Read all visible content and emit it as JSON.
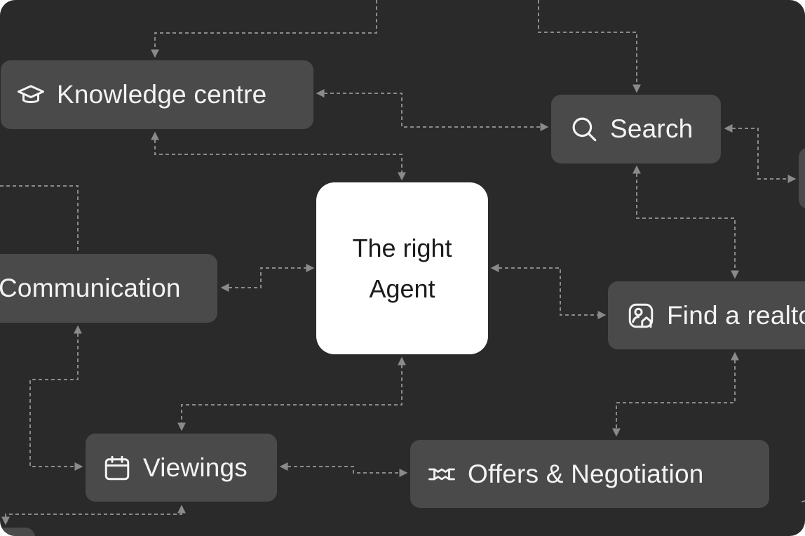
{
  "center": {
    "line1": "The right",
    "line2": "Agent"
  },
  "nodes": {
    "knowledge": {
      "label": "Knowledge centre",
      "icon": "graduation-cap-icon"
    },
    "search": {
      "label": "Search",
      "icon": "search-icon"
    },
    "communication": {
      "label": "Communication"
    },
    "find_realtor": {
      "label": "Find a realtor",
      "icon": "user-home-icon"
    },
    "viewings": {
      "label": "Viewings",
      "icon": "calendar-icon"
    },
    "offers": {
      "label": "Offers & Negotiation",
      "icon": "handshake-icon"
    }
  },
  "colors": {
    "background": "#2a2a2a",
    "node": "#4a4a4a",
    "center": "#ffffff",
    "connector": "#8a8a8a",
    "text": "#f3f3f3"
  }
}
